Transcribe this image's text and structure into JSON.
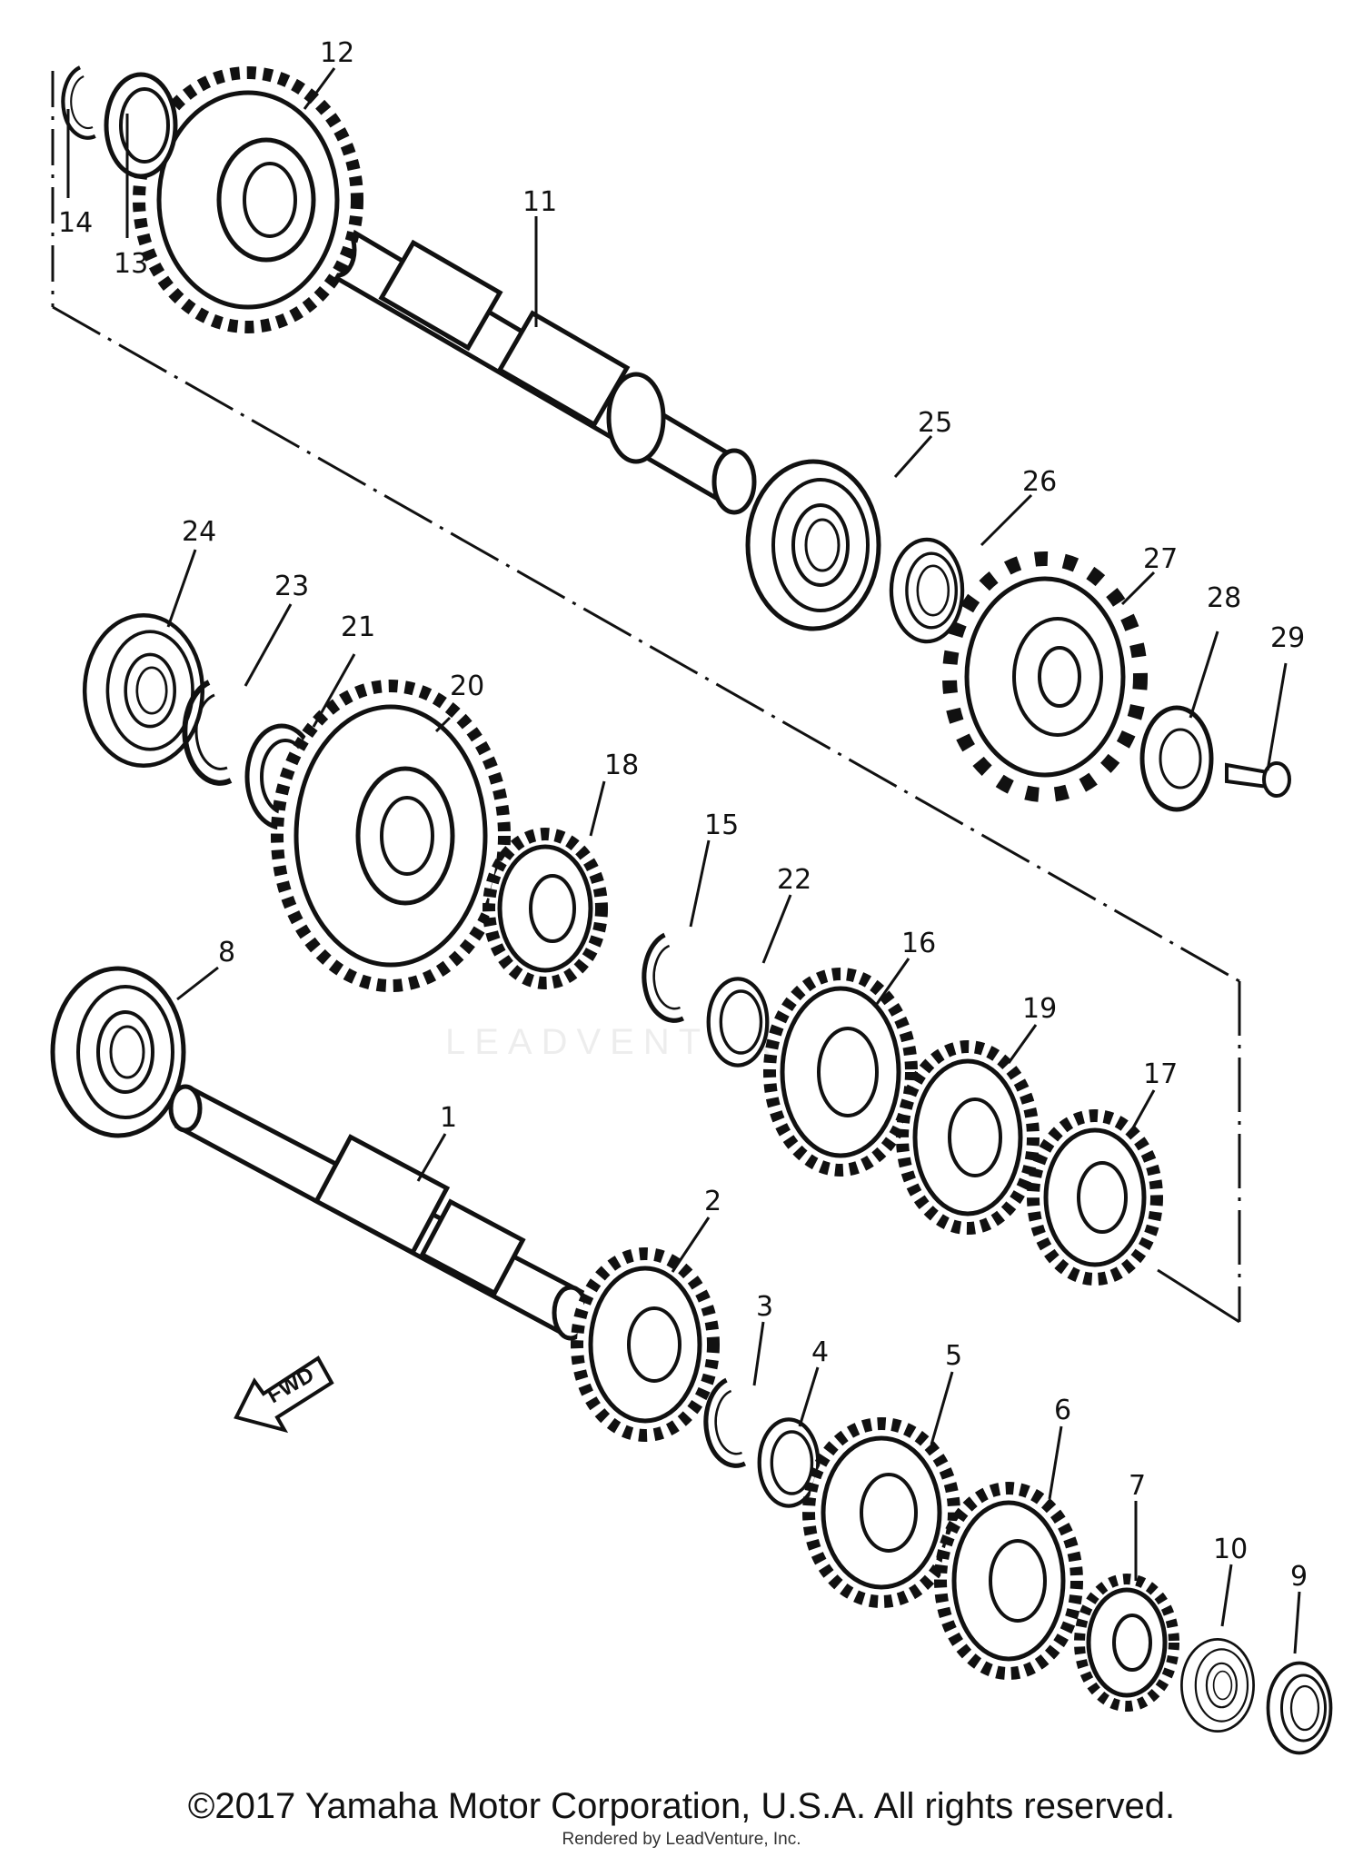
{
  "diagram": {
    "callouts": [
      "1",
      "2",
      "3",
      "4",
      "5",
      "6",
      "7",
      "8",
      "9",
      "10",
      "11",
      "12",
      "13",
      "14",
      "15",
      "16",
      "17",
      "18",
      "19",
      "20",
      "21",
      "22",
      "23",
      "24",
      "25",
      "26",
      "27",
      "28",
      "29"
    ],
    "fwd_label": "FWD",
    "watermark": "LEADVENTURE"
  },
  "footer": {
    "copyright": "©2017 Yamaha Motor Corporation, U.S.A. All rights reserved.",
    "rendered_by": "Rendered by LeadVenture, Inc."
  },
  "colors": {
    "ink": "#111111",
    "background": "#ffffff"
  }
}
